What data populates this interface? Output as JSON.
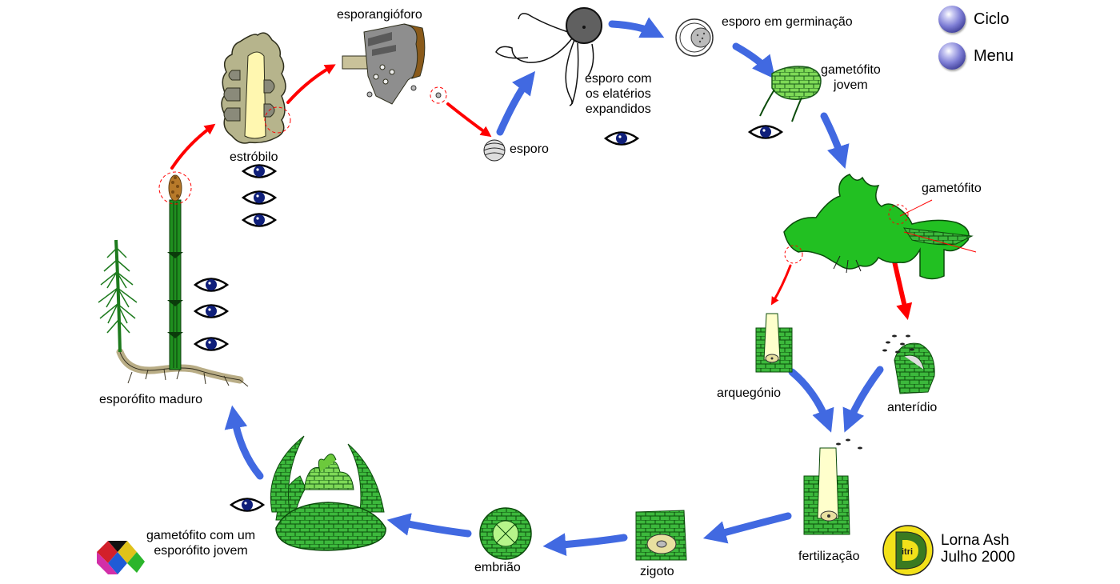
{
  "labels": {
    "esporangioforo": "esporangióforo",
    "esporo_germinacao": "esporo em germinação",
    "estrobilo": "estróbilo",
    "esporo": "esporo",
    "esporo_elaterios": "esporo com\nos elatérios\nexpandidos",
    "gametofito_jovem": "gametófito\njovem",
    "gametofito": "gametófito",
    "arquegonio": "arquegónio",
    "anteridio": "anterídio",
    "fertilizacao": "fertilização",
    "zigoto": "zigoto",
    "embriao": "embrião",
    "gametofito_esporofito": "gametófito com um\nesporófito jovem",
    "esporofito_maduro": "esporófito maduro"
  },
  "menu": {
    "ciclo": "Ciclo",
    "menu": "Menu"
  },
  "credit": {
    "logo_letters": "itri",
    "author": "Lorna Ash",
    "date": "Julho 2000"
  },
  "colors": {
    "blue_arrow": "#4169e1",
    "red_arrow": "#ff0000",
    "plant_green": "#1fc01f",
    "dark_green": "#0b6b0b",
    "eye_blue": "#0f1f7a"
  },
  "icons": {
    "eye": "eye-icon",
    "orb": "blue-orb-icon"
  }
}
